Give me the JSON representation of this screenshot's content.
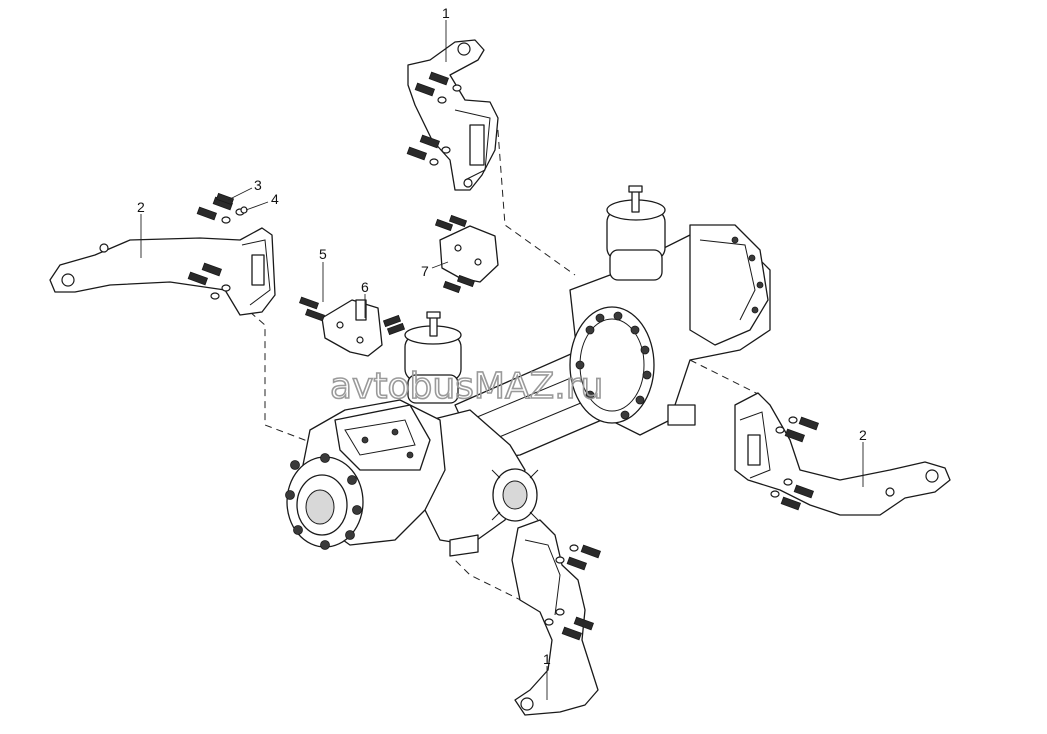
{
  "watermark": {
    "text": "avtobusMAZ.ru"
  },
  "callouts": {
    "c1_top": "1",
    "c1_bottom": "1",
    "c2_left": "2",
    "c2_right": "2",
    "c3": "3",
    "c4": "4",
    "c5": "5",
    "c6": "6",
    "c7": "7"
  }
}
